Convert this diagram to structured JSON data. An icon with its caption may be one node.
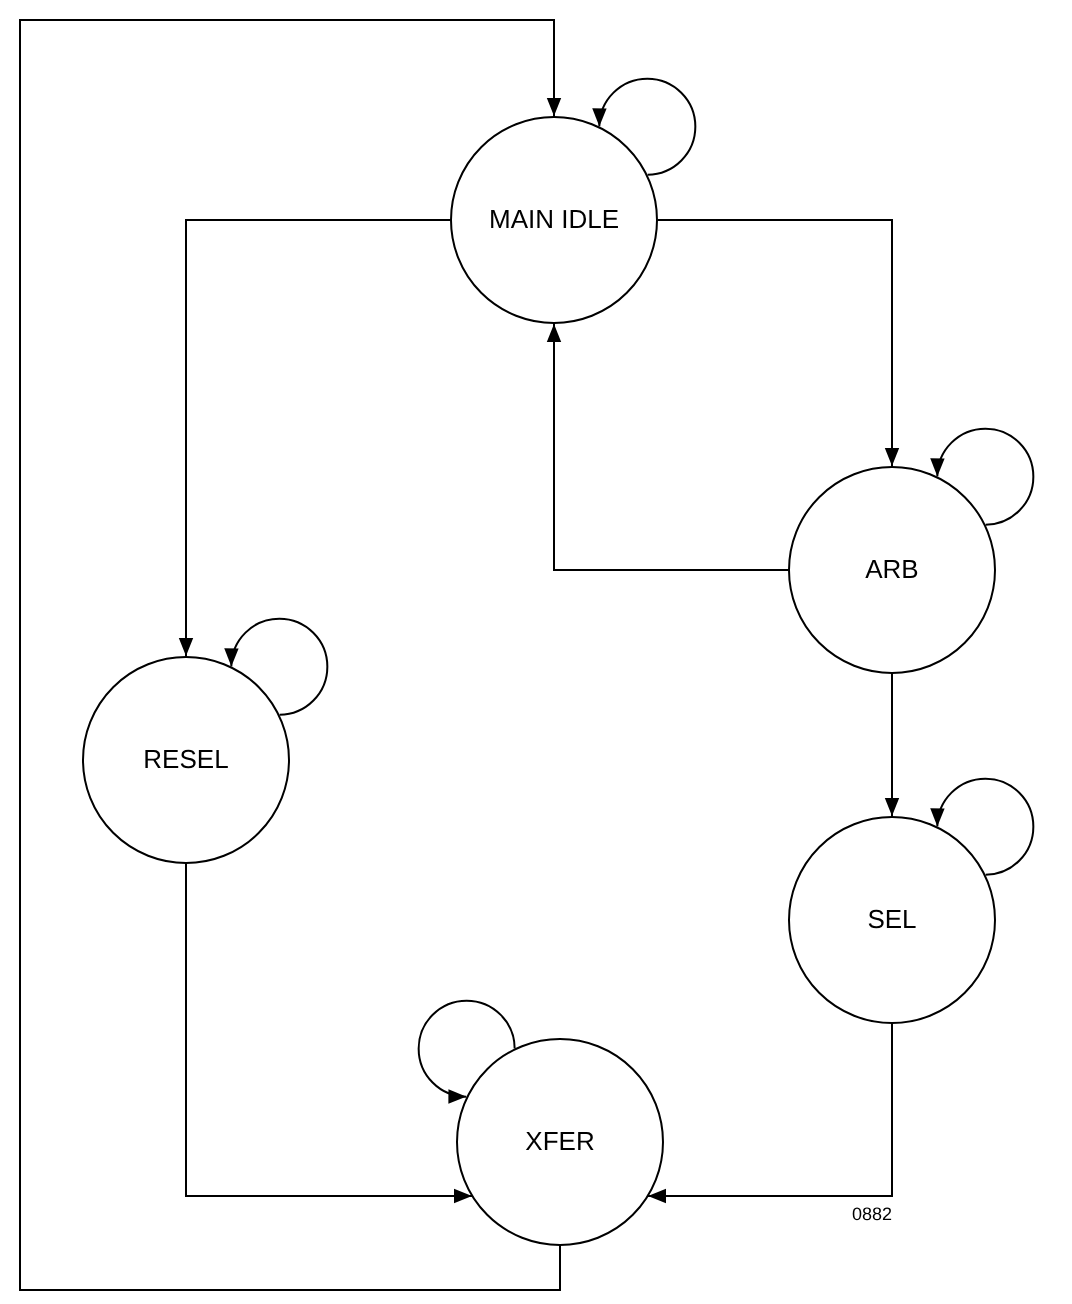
{
  "diagram": {
    "nodes": [
      {
        "text": [
          "MAIN IDLE"
        ]
      },
      {
        "text": [
          "ARB"
        ]
      },
      {
        "text": [
          "RESEL"
        ]
      },
      {
        "text": [
          "SEL"
        ]
      },
      {
        "text": [
          "XFER"
        ]
      }
    ],
    "edges": [
      {
        "from": 4,
        "to": 0,
        "arrow": "to"
      },
      {
        "from": 0,
        "to": 2,
        "arrow": "to"
      },
      {
        "from": 0,
        "to": 1,
        "arrow": "to"
      },
      {
        "from": 1,
        "to": 0,
        "arrow": "to"
      },
      {
        "from": 1,
        "to": 3,
        "arrow": "to"
      },
      {
        "from": 2,
        "to": 4,
        "arrow": "to"
      },
      {
        "from": 3,
        "to": 4,
        "arrow": "to"
      },
      {
        "from": 0,
        "to": 0,
        "arrow": "to"
      },
      {
        "from": 1,
        "to": 1,
        "arrow": "to"
      },
      {
        "from": 2,
        "to": 2,
        "arrow": "to"
      },
      {
        "from": 3,
        "to": 3,
        "arrow": "to"
      },
      {
        "from": 4,
        "to": 4,
        "arrow": "to"
      }
    ],
    "labels": [
      "0882"
    ]
  }
}
